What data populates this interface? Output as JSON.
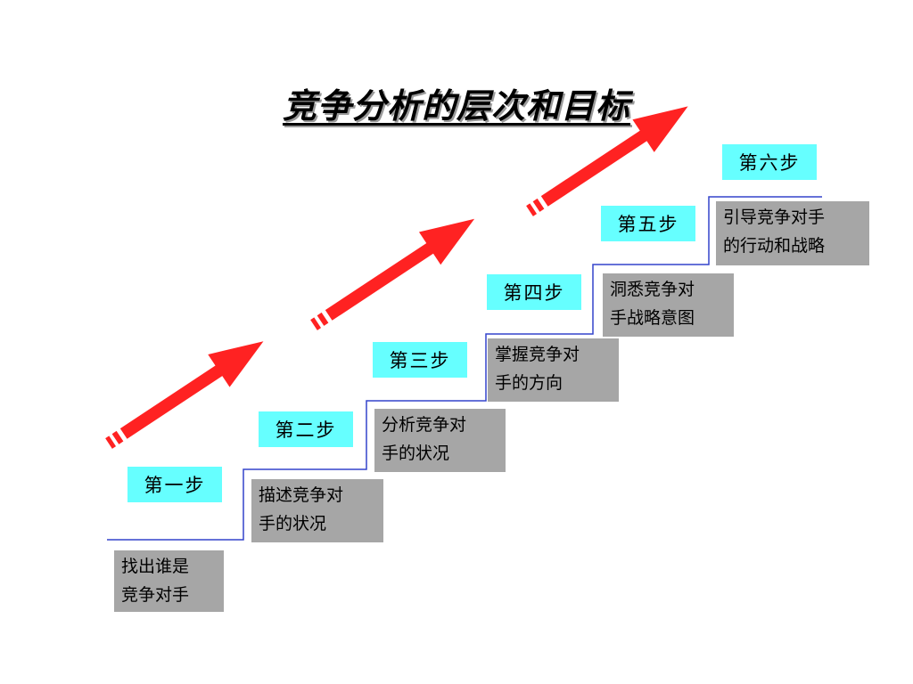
{
  "title": "竞争分析的层次和目标",
  "colors": {
    "step_label_bg": "#66ffff",
    "desc_bg": "#a6a6a6",
    "arrow": "#ff2222",
    "stair_line": "#3344cc"
  },
  "steps": [
    {
      "label": "第一步",
      "desc_line1": "找出谁是",
      "desc_line2": "竞争对手"
    },
    {
      "label": "第二步",
      "desc_line1": "描述竞争对",
      "desc_line2": "手的状况"
    },
    {
      "label": "第三步",
      "desc_line1": "分析竞争对",
      "desc_line2": "手的状况"
    },
    {
      "label": "第四步",
      "desc_line1": "掌握竞争对",
      "desc_line2": "手的方向"
    },
    {
      "label": "第五步",
      "desc_line1": "洞悉竞争对",
      "desc_line2": "手战略意图"
    },
    {
      "label": "第六步",
      "desc_line1": "引导竞争对手",
      "desc_line2": "的行动和战略"
    }
  ]
}
